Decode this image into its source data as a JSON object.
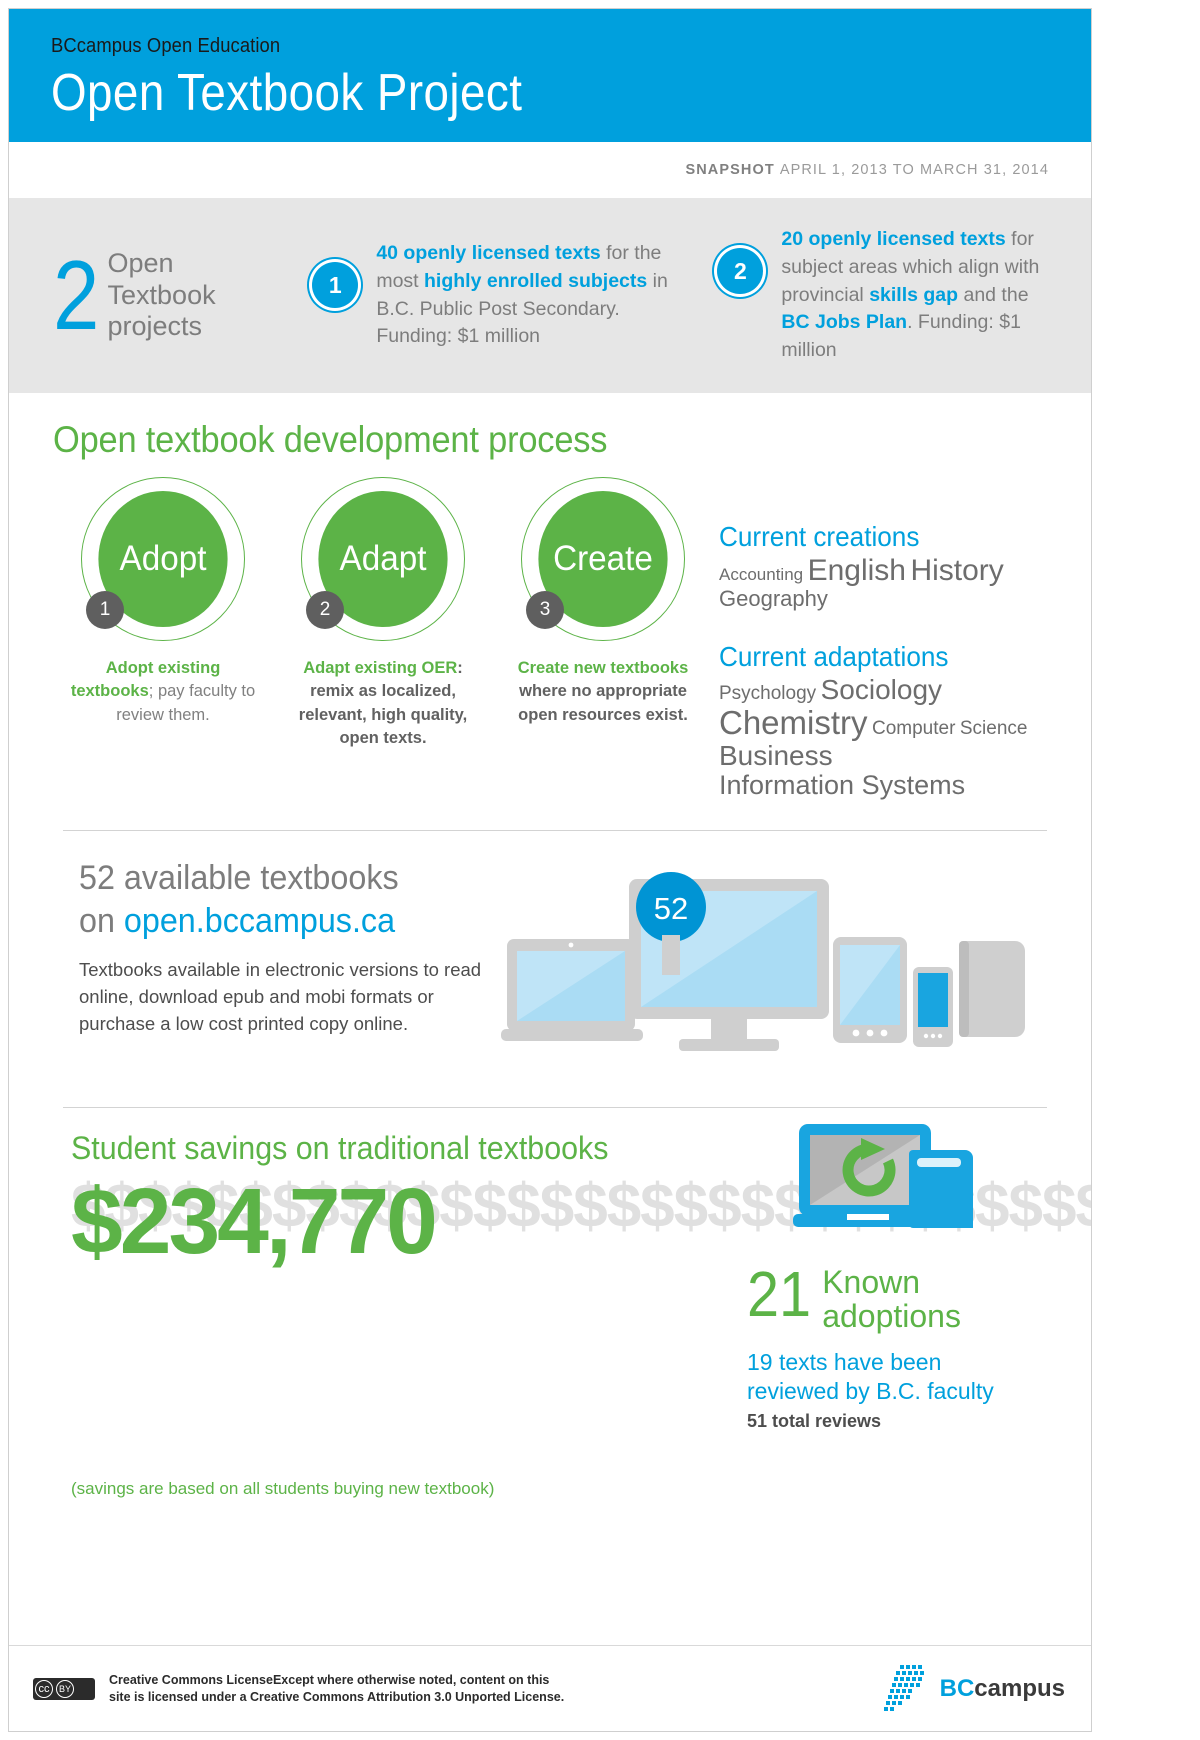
{
  "header": {
    "eyebrow": "BCcampus Open Education",
    "title": "Open Textbook Project",
    "bg_color": "#00a0dd"
  },
  "snapshot": {
    "label": "SNAPSHOT",
    "range": "APRIL 1, 2013 TO MARCH 31, 2014"
  },
  "projects_band": {
    "count": "2",
    "count_label": "Open\nTextbook\nprojects",
    "count_label_lines": [
      "Open",
      "Textbook",
      "projects"
    ],
    "items": [
      {
        "number": "1",
        "segments": [
          {
            "text": "40 openly licensed texts",
            "accent": true
          },
          {
            "text": " for the most ",
            "accent": false
          },
          {
            "text": "highly enrolled subjects",
            "accent": true
          },
          {
            "text": " in B.C. Public Post Secondary. Funding: $1 million",
            "accent": false
          }
        ]
      },
      {
        "number": "2",
        "segments": [
          {
            "text": "20 openly licensed texts",
            "accent": true
          },
          {
            "text": " for subject areas which align with provincial ",
            "accent": false
          },
          {
            "text": "skills gap",
            "accent": true
          },
          {
            "text": " and the ",
            "accent": false
          },
          {
            "text": "BC Jobs Plan",
            "accent": true
          },
          {
            "text": ". Funding: $1 million",
            "accent": false
          }
        ]
      }
    ]
  },
  "process": {
    "heading": "Open textbook development process",
    "steps": [
      {
        "badge": "1",
        "circle_label": "Adopt",
        "caption_segments": [
          {
            "text": "Adopt existing textbooks",
            "style": "green-bold"
          },
          {
            "text": ";",
            "style": "grey-normal"
          },
          {
            "text": " pay faculty to review them.",
            "style": "grey-normal"
          }
        ]
      },
      {
        "badge": "2",
        "circle_label": "Adapt",
        "caption_segments": [
          {
            "text": "Adapt existing OER",
            "style": "green-bold"
          },
          {
            "text": ":",
            "style": "dark-bold"
          },
          {
            "text": " remix as localized, relevant, high quality, open texts.",
            "style": "dark-bold"
          }
        ]
      },
      {
        "badge": "3",
        "circle_label": "Create",
        "caption_segments": [
          {
            "text": "Create new textbooks",
            "style": "green-bold"
          },
          {
            "text": " where no appropriate open resources exist.",
            "style": "dark-bold"
          }
        ]
      }
    ]
  },
  "word_clouds": [
    {
      "title": "Current creations",
      "words": [
        {
          "text": "Accounting",
          "size": 17
        },
        {
          "text": "English",
          "size": 30
        },
        {
          "text": "History",
          "size": 30
        },
        {
          "text": "Geography",
          "size": 22
        }
      ]
    },
    {
      "title": "Current adaptations",
      "words": [
        {
          "text": "Psychology",
          "size": 19
        },
        {
          "text": "Sociology",
          "size": 28
        },
        {
          "text": "Chemistry",
          "size": 33
        },
        {
          "text": "Computer",
          "size": 19
        },
        {
          "text": "Science",
          "size": 19
        },
        {
          "text": "Business",
          "size": 28
        },
        {
          "text": "Information Systems",
          "size": 27
        }
      ]
    }
  ],
  "available": {
    "heading_count": "52 available textbooks",
    "heading_prefix": "on ",
    "url": "open.bccampus.ca",
    "body": "Textbooks available in electronic versions to read online, download epub and mobi formats or purchase a low cost printed copy online.",
    "badge_number": "52"
  },
  "savings": {
    "heading": "Student savings on traditional textbooks",
    "amount": "$234,770",
    "note": "(savings are based on all students buying new textbook)",
    "dollar_glyph": "$"
  },
  "adoptions": {
    "number": "21",
    "label_lines": [
      "Known",
      "adoptions"
    ],
    "reviewed_lines": [
      "19 texts have been",
      "reviewed by B.C. faculty"
    ],
    "total_reviews": "51 total reviews"
  },
  "footer": {
    "license_line1": "Creative Commons LicenseExcept where otherwise noted, content on this",
    "license_line2": "site is licensed under a Creative Commons Attribution 3.0 Unported License.",
    "cc_mark": "cc",
    "cc_by": "BY",
    "brand_bc": "BC",
    "brand_campus": "campus"
  },
  "colors": {
    "blue": "#00a0dd",
    "green": "#5cb347",
    "grey_text": "#7d7d7d",
    "band_bg": "#e6e6e6",
    "dollar_grey": "#e0e0e0"
  }
}
